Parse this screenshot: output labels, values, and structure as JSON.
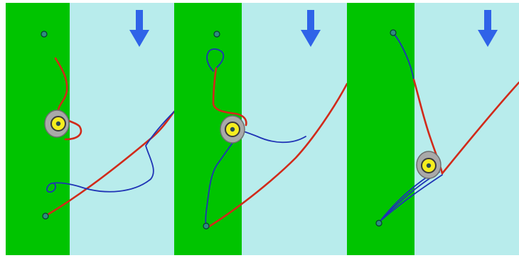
{
  "colors": {
    "background": "#ffffff",
    "green_zone": "#00c400",
    "light_zone": "#b8ecec",
    "arrow": "#2f63e8",
    "red_path": "#d12a1a",
    "blue_path": "#1f33b5",
    "marker_fill": "#2f8c80",
    "marker_stroke": "#0a3a35",
    "eye_outer": "#a9a9a9",
    "eye_iris": "#f5ee1e",
    "eye_pupil": "#2a4a55"
  },
  "icons": [
    "down-arrow-icon",
    "eye-sensor-icon",
    "waypoint-marker-icon"
  ],
  "panels": [
    {
      "name": "panel-1"
    },
    {
      "name": "panel-2"
    },
    {
      "name": "panel-3"
    }
  ]
}
